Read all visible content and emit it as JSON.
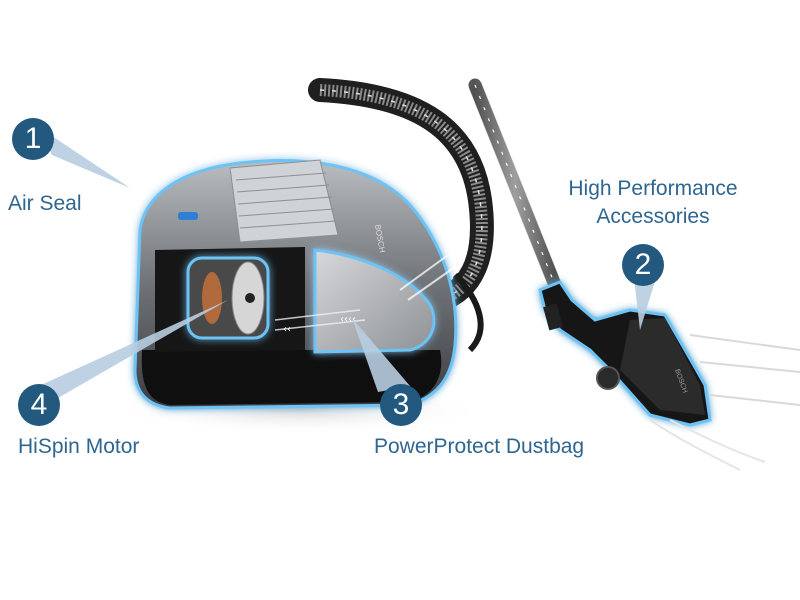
{
  "diagram": {
    "subject": "Canister vacuum cleaner feature callouts",
    "colors": {
      "label_text": "#2f6690",
      "badge_fill": "#23587f",
      "badge_text": "#ffffff",
      "pointer_beam": "#b7cde0",
      "glow_outline": "#5bb6ee",
      "body_dark": "#1a1a1a",
      "body_grey": "#8a8d91"
    },
    "callouts": [
      {
        "number": "1",
        "label": "Air Seal"
      },
      {
        "number": "2",
        "label_line1": "High Performance",
        "label_line2": "Accessories"
      },
      {
        "number": "3",
        "label": "PowerProtect Dustbag"
      },
      {
        "number": "4",
        "label": "HiSpin Motor"
      }
    ],
    "parts": {
      "vacuum_body": "vacuum-body",
      "hose": "hose",
      "tube": "telescopic-tube",
      "floor_nozzle": "floor-nozzle",
      "motor": "motor-cutaway",
      "dustbag": "dustbag-cutaway",
      "brand_mark": "BOSCH"
    }
  }
}
